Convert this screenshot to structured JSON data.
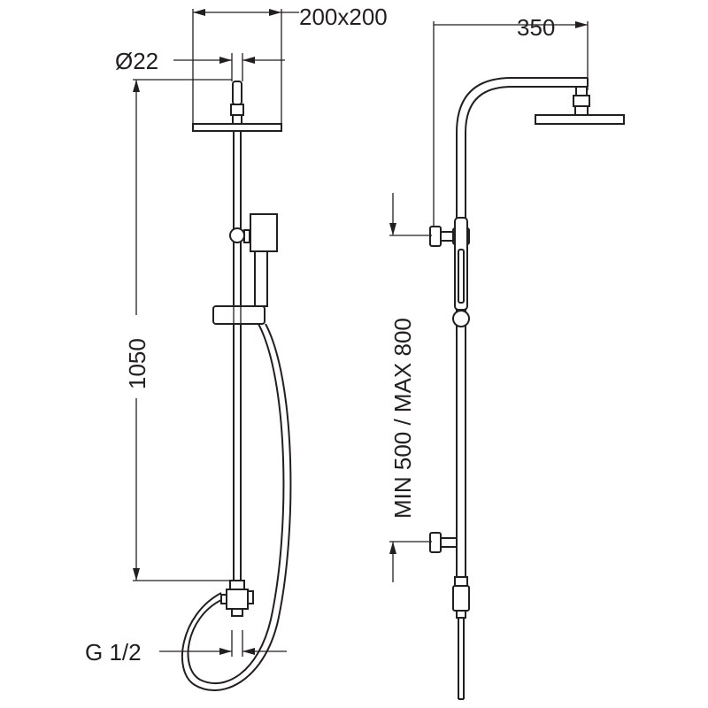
{
  "dimensions": {
    "head_size": "200x200",
    "pipe_diameter": "Ø22",
    "height": "1050",
    "thread": "G 1/2",
    "arm_reach": "350",
    "bracket_range": "MIN 500 / MAX 800"
  },
  "colors": {
    "line": "#231f20",
    "background": "#ffffff"
  }
}
